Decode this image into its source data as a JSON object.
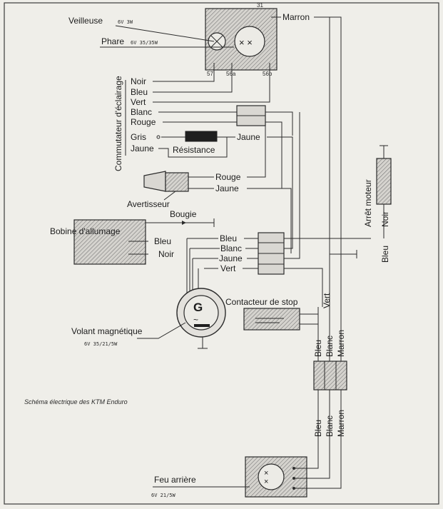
{
  "labels": {
    "veilleuse": "Veilleuse",
    "veilleuse_spec": "6V 3W",
    "phare": "Phare",
    "phare_spec": "6V 35/35W",
    "marron_top": "Marron",
    "term_31": "31",
    "term_57": "57",
    "term_56a": "56a",
    "term_56b": "56b",
    "commutateur": "Commutateur d'éclairage",
    "sw_noir": "Noir",
    "sw_bleu": "Bleu",
    "sw_vert": "Vert",
    "sw_blanc": "Blanc",
    "sw_rouge": "Rouge",
    "sw_gris": "Gris",
    "sw_jaune": "Jaune",
    "res_jaune": "Jaune",
    "resistance": "Résistance",
    "horn_rouge": "Rouge",
    "horn_jaune": "Jaune",
    "avertisseur": "Avertisseur",
    "bougie": "Bougie",
    "bobine": "Bobine d'allumage",
    "coil_bleu": "Bleu",
    "coil_noir": "Noir",
    "gen_bleu": "Bleu",
    "gen_blanc": "Blanc",
    "gen_jaune": "Jaune",
    "gen_vert": "Vert",
    "gen_letter": "G",
    "volant": "Volant magnétique",
    "volant_spec": "6V 35/21/5W",
    "stop": "Contacteur de stop",
    "vert_vertical": "Vert",
    "arret": "Arrêt moteur",
    "arret_noir": "Noir",
    "bleu_right": "Bleu",
    "v_bleu1": "Bleu",
    "v_blanc1": "Blanc",
    "v_marron1": "Marron",
    "v_bleu2": "Bleu",
    "v_blanc2": "Blanc",
    "v_marron2": "Marron",
    "caption": "Schéma électrique des KTM Enduro",
    "feu": "Feu arrière",
    "feu_spec": "6V 21/5W"
  }
}
